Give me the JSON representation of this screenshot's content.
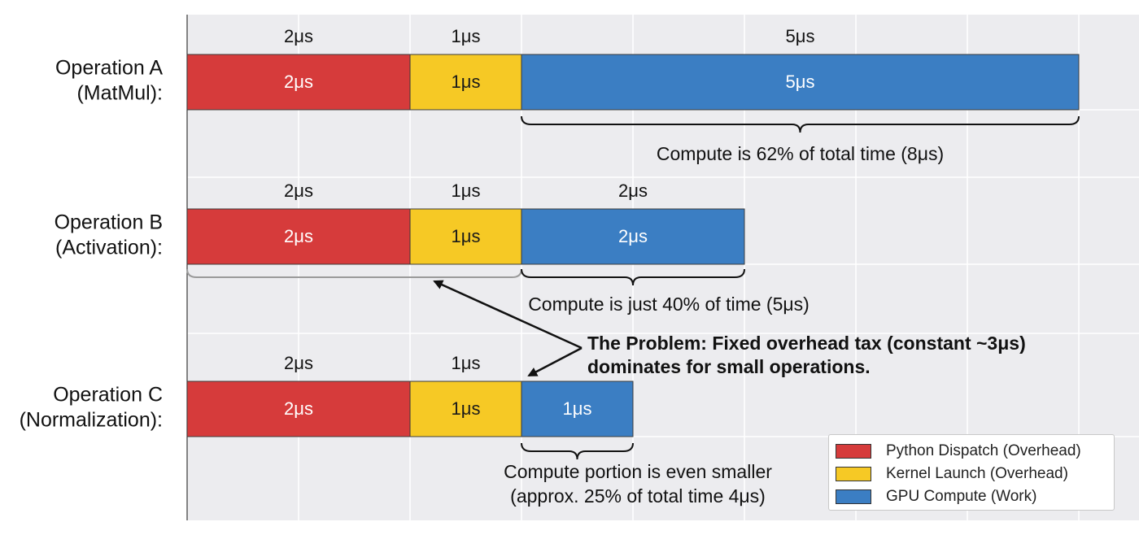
{
  "chart_data": {
    "type": "bar",
    "orientation": "horizontal",
    "stacked": true,
    "categories": [
      "Operation A\n(MatMul):",
      "Operation B\n(Activation):",
      "Operation C\n(Normalization):"
    ],
    "series": [
      {
        "name": "Python Dispatch (Overhead)",
        "color": "#d63b3b",
        "values": [
          2,
          2,
          2
        ],
        "labels": [
          "2μs",
          "2μs",
          "2μs"
        ]
      },
      {
        "name": "Kernel Launch (Overhead)",
        "color": "#f6c925",
        "values": [
          1,
          1,
          1
        ],
        "labels": [
          "1μs",
          "1μs",
          "1μs"
        ]
      },
      {
        "name": "GPU Compute (Work)",
        "color": "#3b7ec3",
        "values": [
          5,
          2,
          1
        ],
        "labels": [
          "5μs",
          "2μs",
          "1μs"
        ]
      }
    ],
    "top_labels": [
      [
        "2μs",
        "1μs",
        "5μs"
      ],
      [
        "2μs",
        "1μs",
        "2μs"
      ],
      [
        "2μs",
        "1μs",
        ""
      ]
    ],
    "brace_annotations": [
      {
        "row": 0,
        "text_lines": [
          "Compute is 62% of total time (8μs)"
        ]
      },
      {
        "row": 1,
        "text_lines": [
          "Compute is just 40% of time (5μs)"
        ]
      },
      {
        "row": 2,
        "text_lines": [
          "Compute portion is even smaller",
          "(approx. 25% of total time 4μs)"
        ]
      }
    ],
    "problem_note": {
      "lines": [
        "The Problem: Fixed overhead tax (constant ~3μs)",
        "dominates for small operations."
      ]
    },
    "xlim": [
      0,
      8
    ],
    "grid": true,
    "legend_position": "bottom-right"
  }
}
